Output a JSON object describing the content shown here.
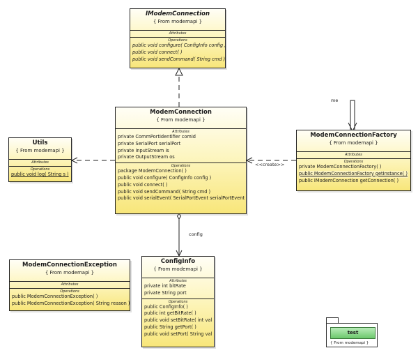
{
  "classes": {
    "imodem": {
      "name": "IModemConnection",
      "from": "{ From modemapi }",
      "attributes_label": "Attributes",
      "operations_label": "Operations",
      "attributes": [],
      "operations": [
        "public void  configure( ConfigInfo config )",
        "public void  connect( )",
        "public void  sendCommand( String cmd )"
      ]
    },
    "modem": {
      "name": "ModemConnection",
      "from": "{ From modemapi }",
      "attributes_label": "Attributes",
      "operations_label": "Operations",
      "attributes": [
        "private CommPortIdentifier comId",
        "private SerialPort serialPort",
        "private InputStream is",
        "private OutputStream os"
      ],
      "operations": [
        "package ModemConnection( )",
        "public void  configure( ConfigInfo config )",
        "public void  connect( )",
        "public void  sendCommand( String cmd )",
        "public void  serialEvent( SerialPortEvent serialPortEvent )"
      ]
    },
    "utils": {
      "name": "Utils",
      "from": "{ From modemapi }",
      "attributes_label": "Attributes",
      "operations_label": "Operations",
      "attributes": [],
      "operations": [
        "public void  log( String s )"
      ]
    },
    "factory": {
      "name": "ModemConnectionFactory",
      "from": "{ From modemapi }",
      "attributes_label": "Attributes",
      "operations_label": "Operations",
      "attributes": [],
      "operations": [
        "private ModemConnectionFactory( )",
        "public ModemConnectionFactory  getInstance( )",
        "public IModemConnection  getConnection( )"
      ]
    },
    "exception": {
      "name": "ModemConnectionException",
      "from": "{ From modemapi }",
      "attributes_label": "Attributes",
      "operations_label": "Operations",
      "attributes": [],
      "operations": [
        "public ModemConnectionException( )",
        "public ModemConnectionException( String reason )"
      ]
    },
    "config": {
      "name": "ConfigInfo",
      "from": "{ From modemapi }",
      "attributes_label": "Attributes",
      "operations_label": "Operations",
      "attributes": [
        "private int bitRate",
        "private String port"
      ],
      "operations": [
        "public ConfigInfo( )",
        "public int  getBitRate( )",
        "public void  setBitRate( int val )",
        "public String  getPort( )",
        "public void  setPort( String val )"
      ]
    }
  },
  "labels": {
    "self_assoc": "me",
    "create_dep": "<<create>>",
    "config_assoc": "config"
  },
  "package": {
    "name": "test",
    "from": "{ From modemapi }"
  },
  "colors": {
    "class_fill_top": "#fffef6",
    "class_fill_bottom": "#f8e67a",
    "package_fill": "#6cc86c",
    "line": "#222222"
  }
}
